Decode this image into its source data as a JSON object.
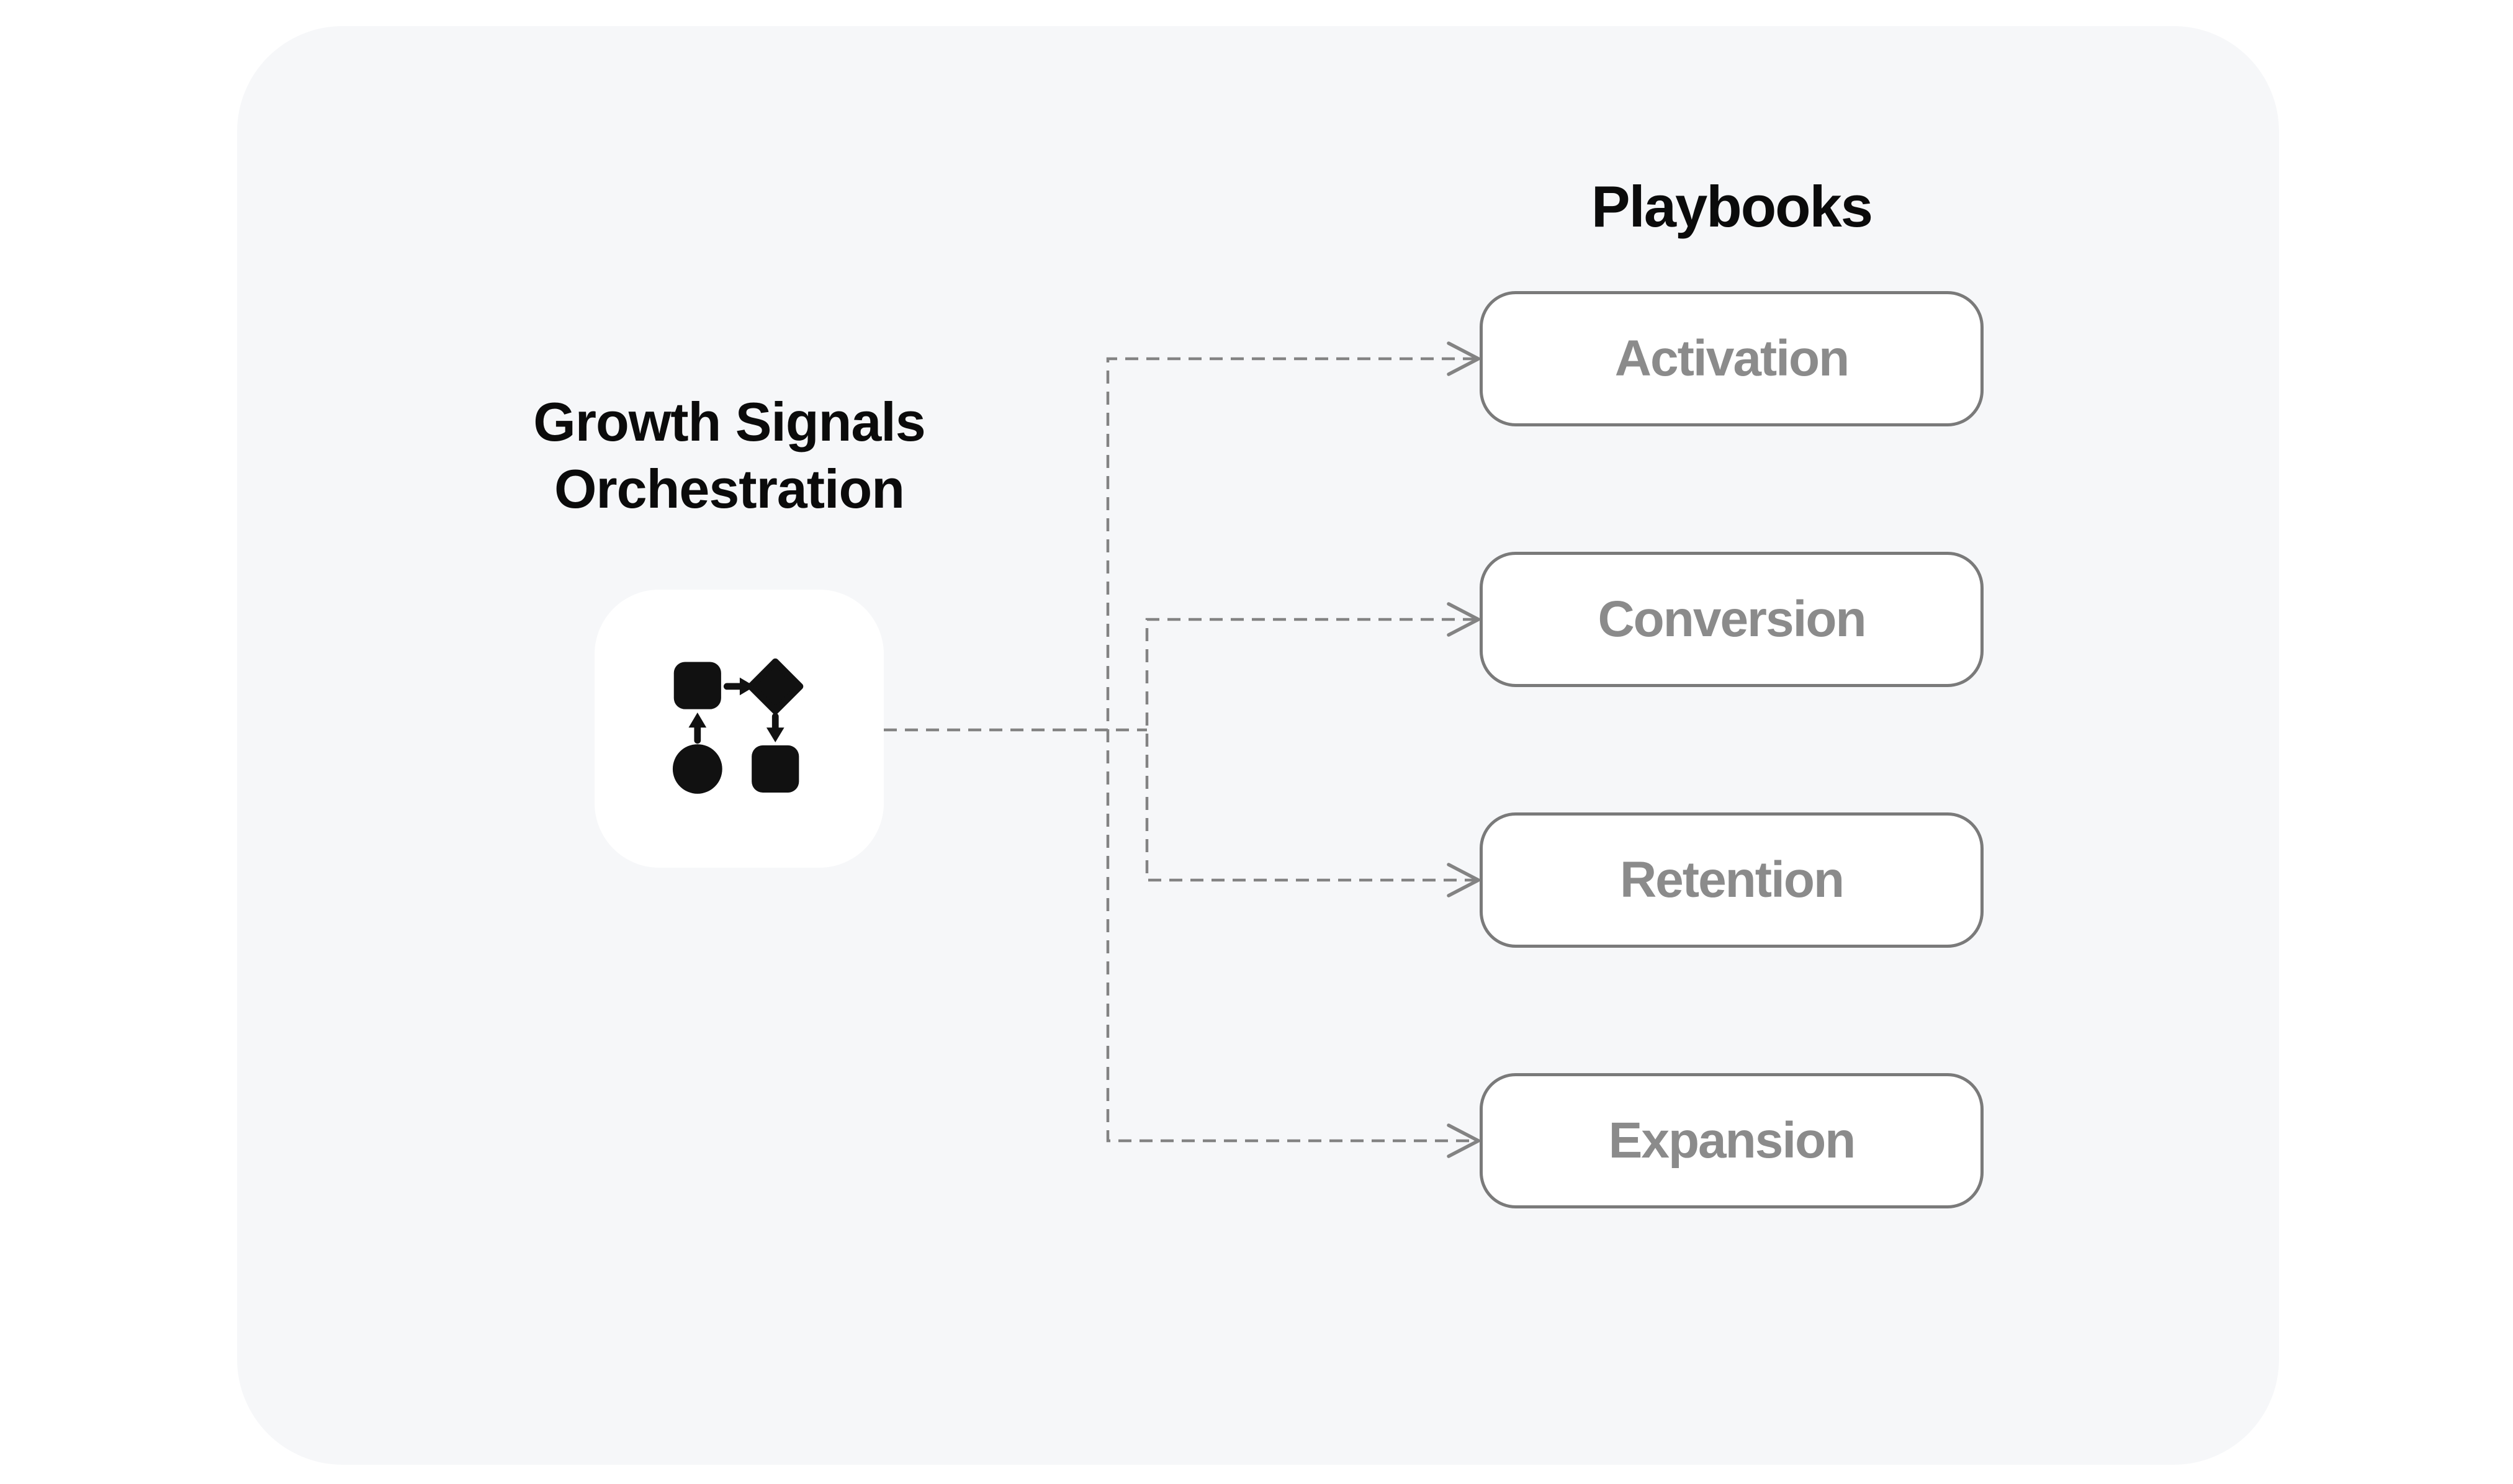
{
  "diagram": {
    "group_title": "Playbooks",
    "source": {
      "title_line1": "Growth Signals",
      "title_line2": "Orchestration",
      "icon": "workflow-orchestration-icon"
    },
    "playbooks": [
      {
        "label": "Activation"
      },
      {
        "label": "Conversion"
      },
      {
        "label": "Retention"
      },
      {
        "label": "Expansion"
      }
    ],
    "colors": {
      "canvas_bg": "#ffffff",
      "panel_bg": "#f6f7f9",
      "card_bg": "#ffffff",
      "box_fill": "#ffffff",
      "box_border": "#7a7a7a",
      "box_label": "#8b8b8b",
      "connector": "#838383",
      "title_text": "#0b0b0b",
      "icon_color": "#111111"
    }
  }
}
